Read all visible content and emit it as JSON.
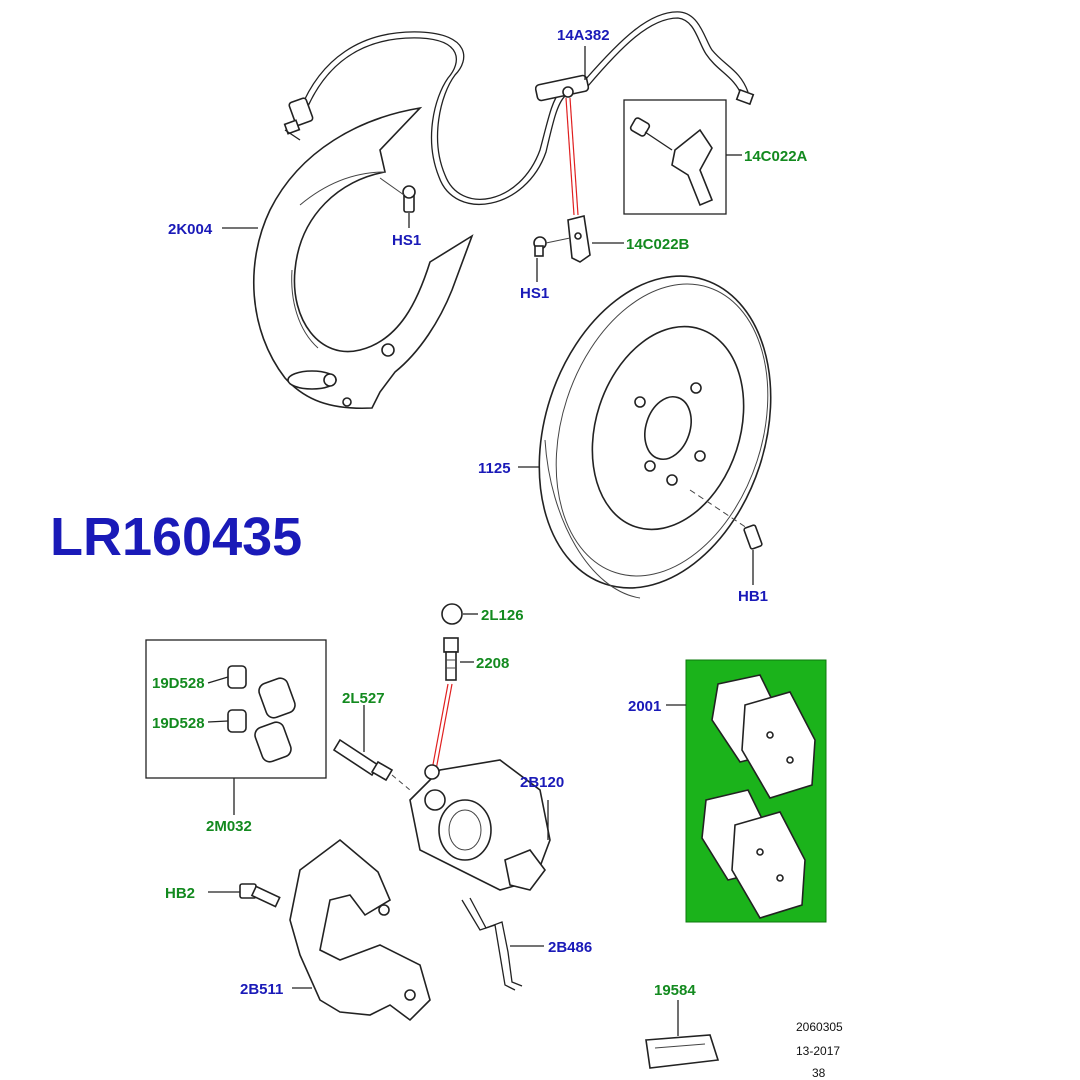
{
  "colors": {
    "part_number": "#1a1ab8",
    "label_blue": "#1a1ab8",
    "label_green": "#138a1f",
    "pad_panel": "#1bb31b",
    "leader_red": "#e02020"
  },
  "part_number": "LR160435",
  "labels": {
    "brake_hose": "14A382",
    "bracket_a": "14C022A",
    "bracket_b": "14C022B",
    "splash_shield": "2K004",
    "bolt_hs1_top": "HS1",
    "bolt_hs1_bottom": "HS1",
    "disc": "1125",
    "bolt_hb1": "HB1",
    "cap": "2L126",
    "bleed_screw": "2208",
    "bush_1": "19D528",
    "bush_2": "19D528",
    "guide_pin": "2L527",
    "guide_kit": "2M032",
    "caliper": "2B120",
    "pads": "2001",
    "bolt_hb2": "HB2",
    "spring_clip": "2B486",
    "carrier": "2B511",
    "sensor": "19584"
  },
  "reference": {
    "line1": "2060305",
    "line2": "13-2017",
    "line3": "38"
  }
}
